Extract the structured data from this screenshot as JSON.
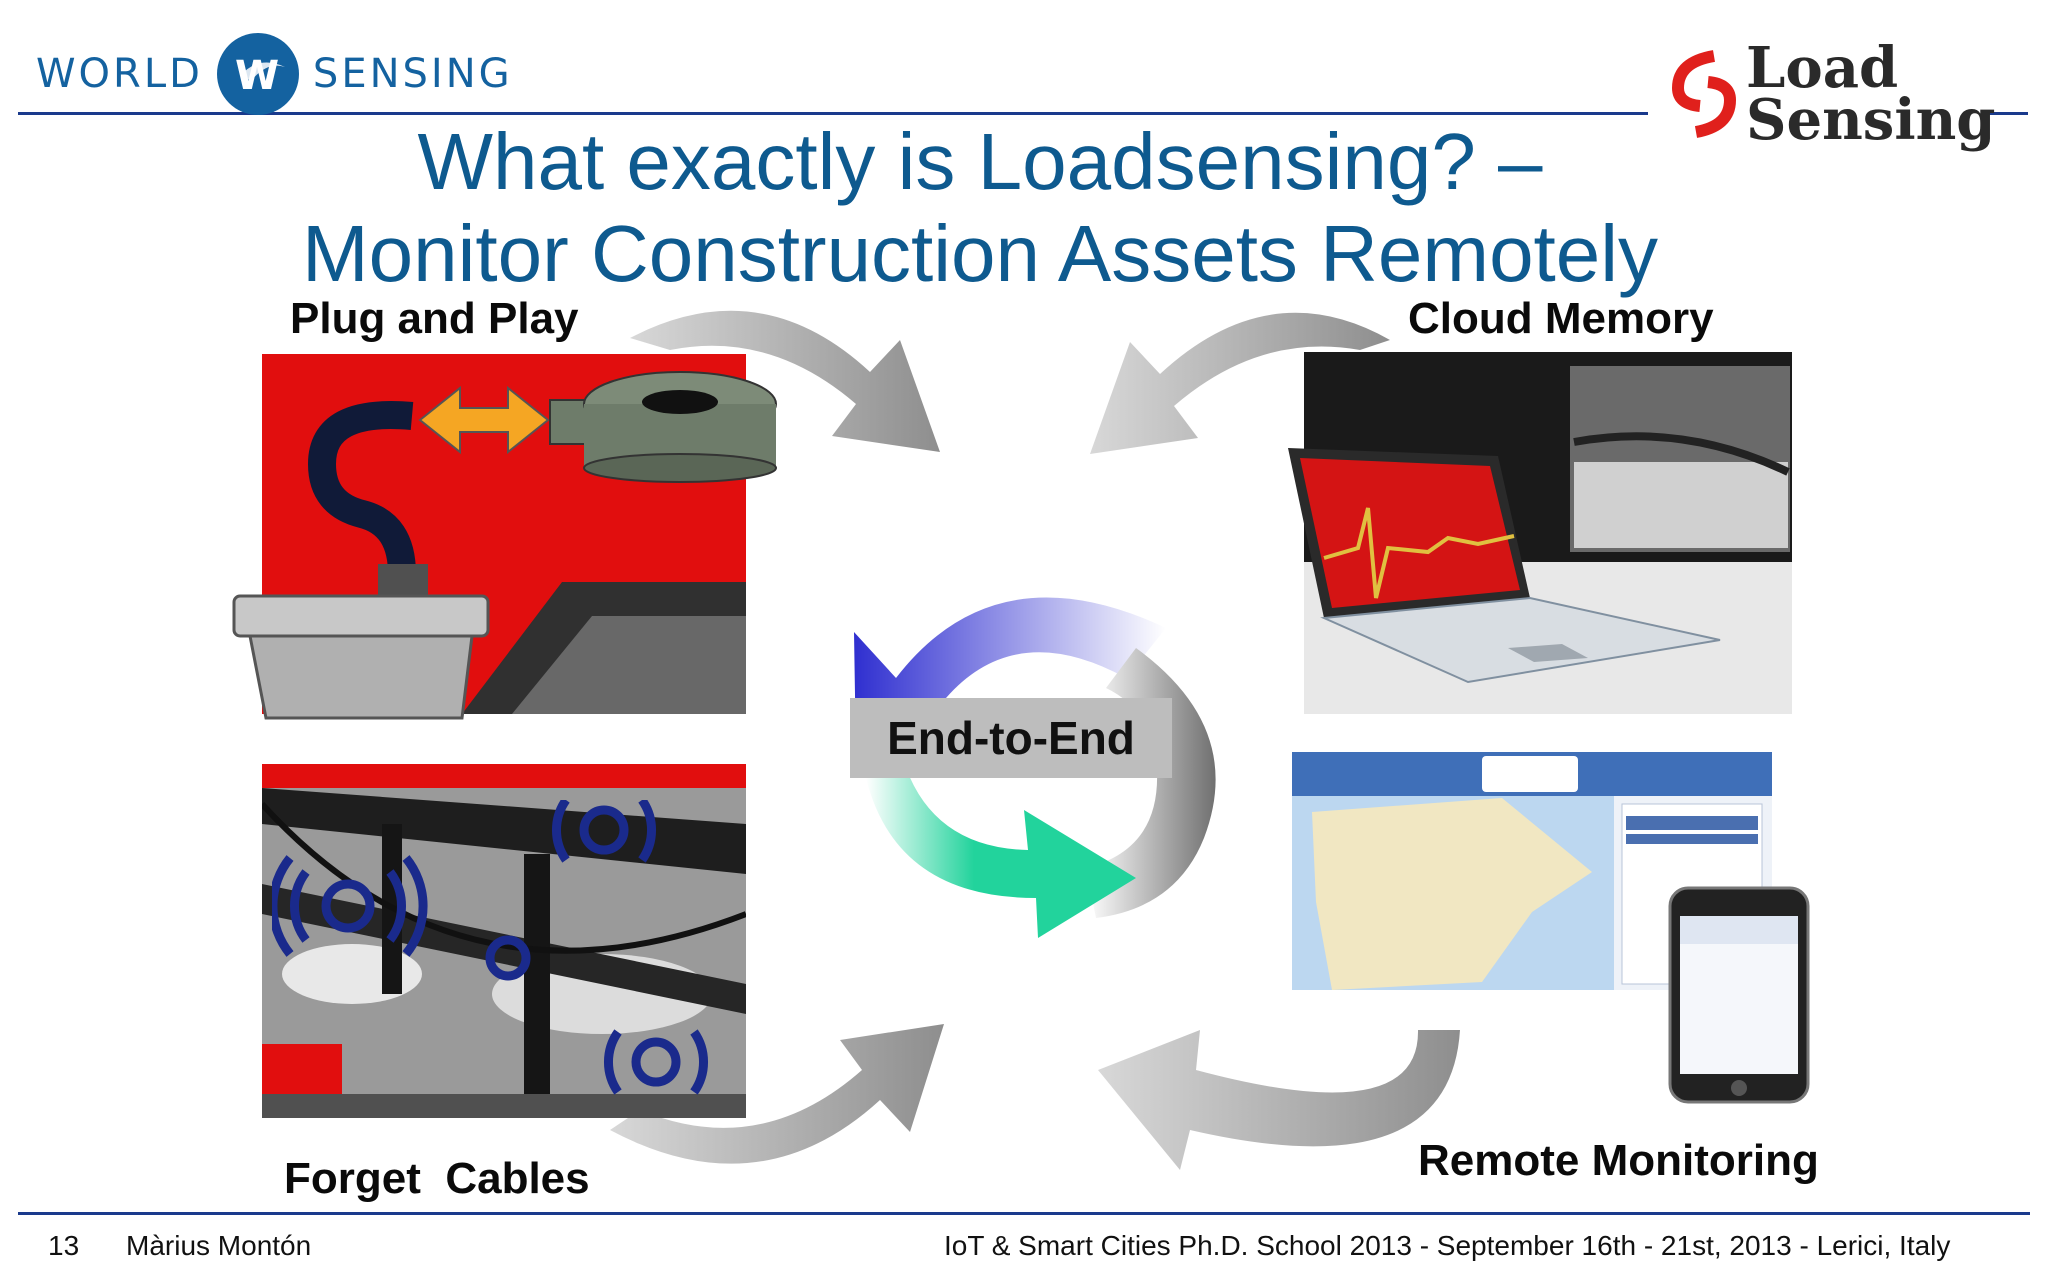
{
  "brand_left": {
    "word1": "WORLD",
    "badge": "W",
    "word2": "SENSING"
  },
  "brand_right": {
    "line1": "Load",
    "line2": "Sensing"
  },
  "title": {
    "line1": "What exactly is Loadsensing? –",
    "line2": "Monitor Construction Assets Remotely"
  },
  "quadrants": {
    "top_left": "Plug and Play",
    "top_right": "Cloud Memory",
    "bottom_left": "Forget  Cables",
    "bottom_right": "Remote Monitoring"
  },
  "center_label": "End-to-End",
  "footer": {
    "page_number": "13",
    "author": "Màrius Montón",
    "event": "IoT & Smart Cities Ph.D. School 2013 - September 16th - 21st, 2013 - Lerici, Italy"
  },
  "colors": {
    "title_blue": "#0e5a8f",
    "rule_navy": "#1a3a8c",
    "panel_red": "#e10e0e",
    "arrow_gray": "#a8a8a8",
    "cycle_blue": "#3a3ed0",
    "cycle_green": "#1fd09a"
  },
  "icons": [
    "worldsensing-logo",
    "loadsensing-logo",
    "bidirectional-arrow-icon",
    "wireless-signal-icon",
    "laptop-icon",
    "smartphone-icon"
  ]
}
